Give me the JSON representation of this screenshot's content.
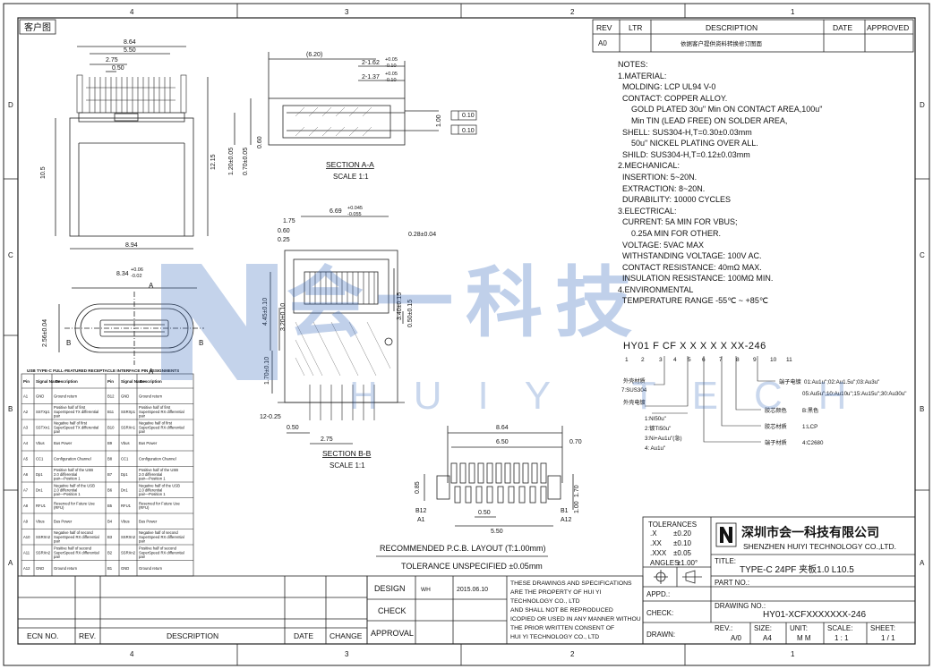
{
  "header_tag": "客户图",
  "grid": {
    "cols_top": [
      "4",
      "3",
      "2",
      "1"
    ],
    "rows_left": [
      "D",
      "C",
      "B",
      "A"
    ]
  },
  "revision_table": {
    "headers": [
      "REV",
      "LTR",
      "DESCRIPTION",
      "DATE",
      "APPROVED"
    ],
    "row": {
      "rev": "A0",
      "ltr": "",
      "description": "依据客户提供资料转换修订图面",
      "date": "",
      "approved": ""
    }
  },
  "notes": [
    "NOTES:",
    "1.MATERIAL:",
    "  MOLDING: LCP UL94 V-0",
    "  CONTACT: COPPER ALLOY.",
    "      GOLD PLATED 30u\" Min ON CONTACT AREA,100u\"",
    "      Min TIN (LEAD FREE) ON SOLDER AREA,",
    "  SHELL: SUS304-H,T=0.30±0.03mm",
    "      50u\" NICKEL PLATING OVER ALL.",
    "  SHILD: SUS304-H,T=0.12±0.03mm",
    "2.MECHANICAL:",
    "  INSERTION: 5~20N.",
    "  EXTRACTION: 8~20N.",
    "  DURABILITY: 10000 CYCLES",
    "3.ELECTRICAL:",
    "  CURRENT: 5A MIN FOR VBUS;",
    "      0.25A MIN FOR OTHER.",
    "  VOLTAGE: 5VAC MAX",
    "  WITHSTANDING VOLTAGE: 100V AC.",
    "  CONTACT RESISTANCE: 40mΩ MAX.",
    "  INSULATION RESISTANCE: 100MΩ MIN.",
    "4.ENVIRONMENTAL",
    "  TEMPERATURE RANGE -55℃ ~ +85℃"
  ],
  "part_code": {
    "code": "HY01  F  CF X  X  X  X  X  XX-246",
    "indices": [
      "1",
      "2",
      "3",
      "4",
      "5",
      "6",
      "7",
      "8",
      "9",
      "10",
      "11"
    ],
    "legend": {
      "shell": "外壳材质",
      "shell_opt": "7:SUS304",
      "plating": "外壳电镀",
      "plating_opts": [
        "1:NI50u\"",
        "2:镀TI50u\"",
        "3:Ni+Au1u\"(急)",
        "4: Au1u\""
      ],
      "contact_plating": "端子电镀",
      "contact_opts": [
        "01:Au1u\";02:Au1.5u\";03:Au3u\"",
        "05:Au5u\";10:Au10u\";15:Au15u\";30:Au30u\""
      ],
      "color": "胶芯颜色",
      "color_opt": "B:黑色",
      "insulator": "胶芯材质",
      "insulator_opt": "1:LCP",
      "terminal": "端子材质",
      "terminal_opt": "4:C2680"
    }
  },
  "watermark": {
    "cn": "会一科技",
    "en": "HUIY TECH"
  },
  "views": {
    "front": {
      "dims": [
        "8.64",
        "5.50",
        "2.75",
        "0.50",
        "10.5",
        "12.15",
        "8.94"
      ],
      "mate_dims": [
        "8.34",
        "+0.06",
        "-0.02",
        "2.56±0.04",
        "A",
        "A",
        "B",
        "B"
      ]
    },
    "section_aa": {
      "title": "SECTION A-A",
      "scale": "SCALE 1:1",
      "dims": [
        "(6.20)",
        "2-1.62",
        "+0.05",
        "-0.10",
        "2-1.37",
        "+0.05",
        "-0.10",
        "1.00",
        "0.10",
        "0.10",
        "0.60",
        "1.20±0.05",
        "0.70±0.05"
      ]
    },
    "section_bb": {
      "title": "SECTION B-B",
      "scale": "SCALE 1:1",
      "dims": [
        "1.75",
        "0.60",
        "0.25",
        "6.69",
        "+0.045",
        "-0.055",
        "0.28±0.04",
        "4.45±0.10",
        "3.20±0.10",
        "1.70±0.10",
        "3.40±0.15",
        "0.50±0.15",
        "12-0.25",
        "0.50",
        "2.75"
      ]
    },
    "pcb": {
      "dims": [
        "8.64",
        "6.50",
        "0.70",
        "0.85",
        "0.50",
        "5.50",
        "1.70",
        "1.00"
      ],
      "labels": [
        "B12",
        "A1",
        "B1",
        "A12"
      ],
      "caption": "RECOMMENDED  P.C.B. LAYOUT (T:1.00mm)",
      "tolerance": "TOLERANCE UNSPECIFIED ±0.05mm"
    }
  },
  "pin_table": {
    "title": "USB TYPE-C FULL-FEATURED RECEPTACLE INTERFACE PIN ASSIGNMENTS",
    "headers": [
      "Pin",
      "Signal Name",
      "Description",
      "Pin",
      "Signal Name",
      "Description"
    ],
    "rows": [
      [
        "A1",
        "GND",
        "Ground return",
        "B12",
        "GND",
        "Ground return"
      ],
      [
        "A2",
        "SSTXp1",
        "Positive half of first SuperSpeed TX differential pair",
        "B11",
        "SSRXp1",
        "Positive half of first SuperSpeed RX differential pair"
      ],
      [
        "A3",
        "SSTXn1",
        "Negative half of first SuperSpeed TX differential pair",
        "B10",
        "SSRXn1",
        "Negative half of first SuperSpeed RX differential pair"
      ],
      [
        "A4",
        "Vbus",
        "Bus Power",
        "B9",
        "Vbus",
        "Bus Power"
      ],
      [
        "A5",
        "CC1",
        "Configuration Channel",
        "B8",
        "CC1",
        "Configuration Channel"
      ],
      [
        "A6",
        "Dp1",
        "Positive half of the USB 2.0 differential pair—Position 1",
        "B7",
        "Dp1",
        "Positive half of the USB 2.0 differential pair—Position 1"
      ],
      [
        "A7",
        "Dn1",
        "Negative half of the USB 2.0 differential pair—Position 1",
        "B6",
        "Dn1",
        "Negative half of the USB 2.0 differential pair—Position 1"
      ],
      [
        "A8",
        "RFU1",
        "Reserved for Future Use (RFU)",
        "B5",
        "RFU1",
        "Reserved for Future Use (RFU)"
      ],
      [
        "A9",
        "Vbus",
        "Bus Power",
        "B4",
        "Vbus",
        "Bus Power"
      ],
      [
        "A10",
        "SSRXn2",
        "Negative half of second SuperSpeed RX differential pair",
        "B3",
        "SSRXn2",
        "Negative half of second SuperSpeed RX differential pair"
      ],
      [
        "A11",
        "SSRXn2",
        "Positive half of second SuperSpeed RX differential pair",
        "B2",
        "SSRXn2",
        "Positive half of second SuperSpeed RX differential pair"
      ],
      [
        "A12",
        "GND",
        "Ground return",
        "B1",
        "GND",
        "Ground return"
      ]
    ]
  },
  "tolerances": {
    "title": "TOLERANCES",
    "rows": [
      [
        ".X",
        "±0.20"
      ],
      [
        ".XX",
        "±0.10"
      ],
      [
        ".XXX",
        "±0.05"
      ],
      [
        "ANGLES",
        "±1.00°"
      ]
    ]
  },
  "company": {
    "cn": "深圳市会一科技有限公司",
    "en": "SHENZHEN HUIYI TECHNOLOGY CO.,LTD."
  },
  "title_block": {
    "title_label": "TITLE:",
    "title_value": "TYPE-C 24PF 夹板1.0 L10.5",
    "part_no_label": "PART NO.:",
    "appd_label": "APPD.:",
    "check_label": "CHECK:",
    "drawn_label": "DRAWN:",
    "drawing_no_label": "DRAWING NO.:",
    "drawing_no": "HY01-XCFXXXXXXX-246",
    "rev_label": "REV.:",
    "rev": "A/0",
    "size_label": "SIZE:",
    "size": "A4",
    "unit_label": "UNIT:",
    "unit": "M M",
    "scale_label": "SCALE:",
    "scale": "1 : 1",
    "sheet_label": "SHEET:",
    "sheet": "1 / 1"
  },
  "approval_block": {
    "design_label": "DESIGN",
    "design_by": "WH",
    "design_date": "2015.06.10",
    "check_label": "CHECK",
    "approval_label": "APPROVAL",
    "notice": [
      "THESE DRAWINGS AND SPECIFICATIONS",
      "ARE THE PROPERTY OF HUI YI",
      "TECHNOLOGY  CO., LTD",
      "AND SHALL NOT BE REPRODUCED",
      "ICOPIED OR USED IN ANY MANNER WITHOU",
      "THE PRIOR WRITTEN CONSENT OF",
      "HUI YI  TECHNOLOGY CO., LTD"
    ]
  },
  "ecn_block": {
    "headers": [
      "ECN  NO.",
      "REV.",
      "DESCRIPTION",
      "DATE",
      "CHANGE"
    ]
  }
}
